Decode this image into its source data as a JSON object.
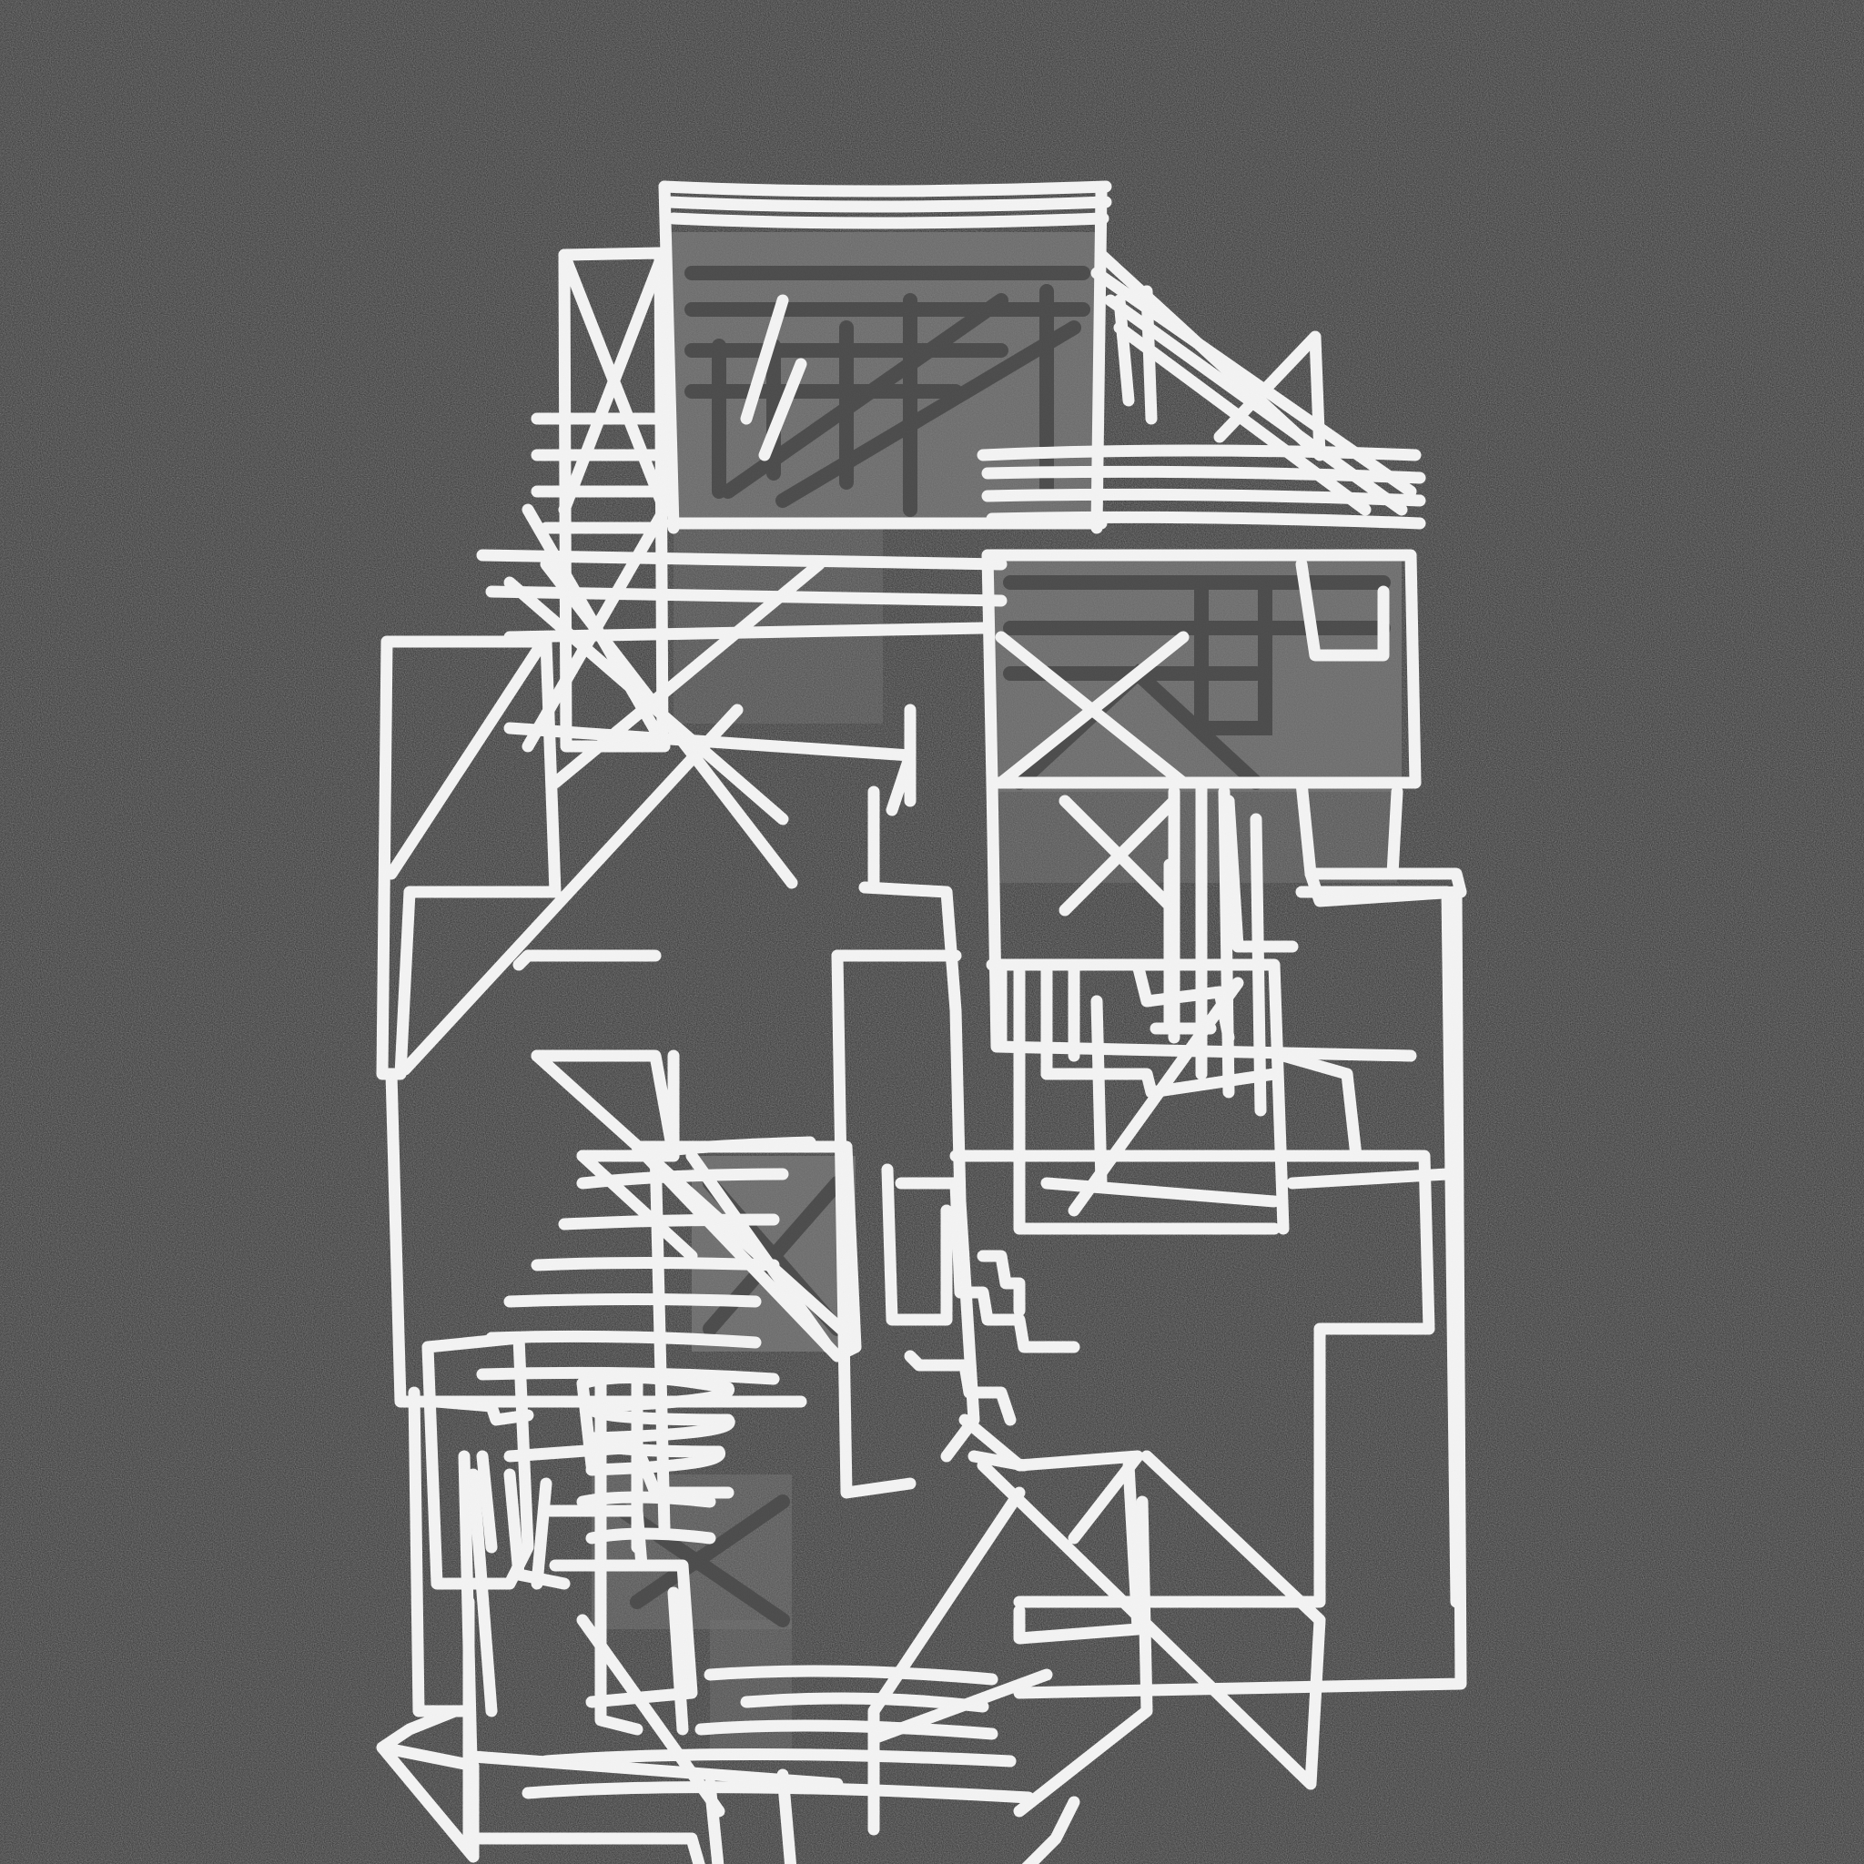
{
  "artwork": {
    "style": "abstract white line drawing on dark noisy background",
    "palette": {
      "background": "#2b2b2b",
      "stroke": "#f4f4f4",
      "panel_fill": "#777777",
      "panel_dark": "#3e3e3e"
    },
    "motifs": [
      "rectangles",
      "diagonal-crosses",
      "horizontal-hatching",
      "triangles"
    ]
  }
}
